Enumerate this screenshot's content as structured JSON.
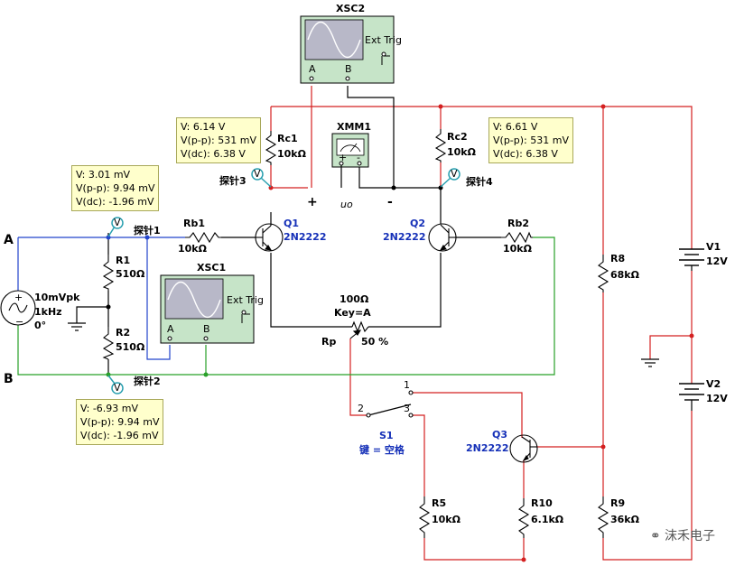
{
  "labels": {
    "A": "A",
    "B": "B",
    "xsc1": "XSC1",
    "xsc2": "XSC2",
    "xmm1": "XMM1",
    "ext_trig": "Ext Trig",
    "ch_a": "A",
    "ch_b": "B",
    "q1": "Q1",
    "q1_model": "2N2222",
    "q2": "Q2",
    "q2_model": "2N2222",
    "q3": "Q3",
    "q3_model": "2N2222",
    "rc1": "Rc1",
    "rc1_val": "10kΩ",
    "rc2": "Rc2",
    "rc2_val": "10kΩ",
    "rb1": "Rb1",
    "rb1_val": "10kΩ",
    "rb2": "Rb2",
    "rb2_val": "10kΩ",
    "r1": "R1",
    "r1_val": "510Ω",
    "r2": "R2",
    "r2_val": "510Ω",
    "r5": "R5",
    "r5_val": "10kΩ",
    "r8": "R8",
    "r8_val": "68kΩ",
    "r9": "R9",
    "r9_val": "36kΩ",
    "r10": "R10",
    "r10_val": "6.1kΩ",
    "rp": "Rp",
    "rp_val": "100Ω",
    "rp_key": "Key=A",
    "rp_pct": "50 %",
    "v1": "V1",
    "v1_val": "12V",
    "v2": "V2",
    "v2_val": "12V",
    "src_amp": "10mVpk",
    "src_freq": "1kHz",
    "src_phase": "0°",
    "s1": "S1",
    "s1_key": "键 = 空格",
    "sw1": "1",
    "sw2": "2",
    "sw3": "3",
    "probe1": "探针1",
    "probe2": "探针2",
    "probe3": "探针3",
    "probe4": "探针4",
    "plus": "+",
    "minus": "-",
    "uo": "uo",
    "xmm_plus": "+",
    "xmm_minus": "-"
  },
  "probes": {
    "p1": {
      "v": "V: 3.01 mV",
      "vpp": "V(p-p): 9.94 mV",
      "vdc": "V(dc): -1.96 mV"
    },
    "p2": {
      "v": "V: -6.93 mV",
      "vpp": "V(p-p): 9.94 mV",
      "vdc": "V(dc): -1.96 mV"
    },
    "p3": {
      "v": "V: 6.14 V",
      "vpp": "V(p-p): 531 mV",
      "vdc": "V(dc): 6.38 V"
    },
    "p4": {
      "v": "V: 6.61 V",
      "vpp": "V(p-p): 531 mV",
      "vdc": "V(dc): 6.38 V"
    }
  },
  "watermark": "沫禾电子",
  "colors": {
    "wire_red": "#d42020",
    "wire_blue": "#2244cc",
    "wire_green": "#28a028",
    "wire_black": "#000000",
    "label_blue": "#1530b8",
    "probe_bg": "#ffffcc",
    "scope_bg": "#bfe0c4",
    "screen": "#b8b8c8"
  }
}
